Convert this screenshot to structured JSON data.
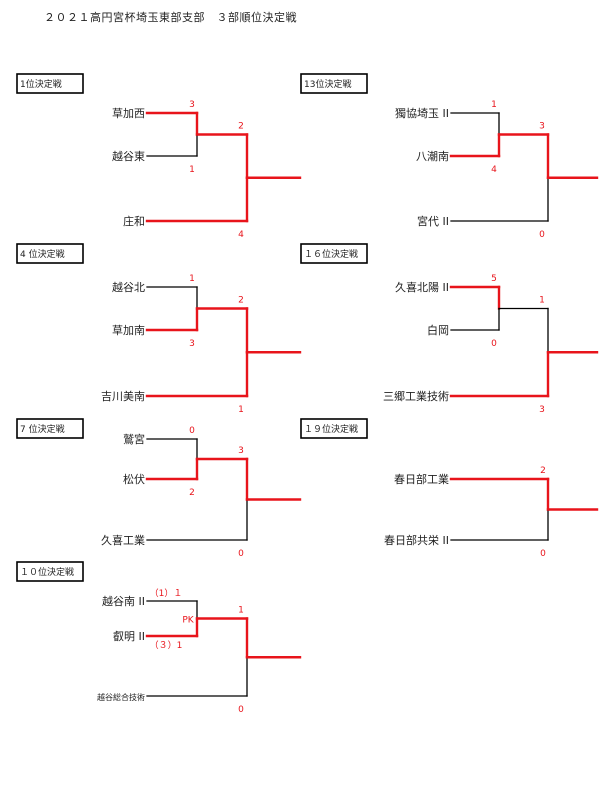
{
  "page_title": "２０２１高円宮杯埼玉東部支部　３部順位決定戦",
  "colors": {
    "win": "#e8141b",
    "lose": "#000000",
    "score": "#e8141b",
    "text": "#222222"
  },
  "brackets": [
    {
      "title": "1位決定戦",
      "top": {
        "team": "草加西",
        "score": "3",
        "win": true
      },
      "mid": {
        "team": "越谷東",
        "score": "1",
        "win": false
      },
      "bottom": {
        "team": "庄和",
        "score": "4",
        "win": true
      },
      "final_top_score": "2",
      "final_top_win": true,
      "final_bottom_win": true
    },
    {
      "title": "13位決定戦",
      "top": {
        "team": "獨協埼玉 II",
        "score": "1",
        "win": false
      },
      "mid": {
        "team": "八潮南",
        "score": "4",
        "win": true
      },
      "bottom": {
        "team": "宮代 II",
        "score": "0",
        "win": false
      },
      "final_top_score": "3",
      "final_top_win": true,
      "final_bottom_win": false
    },
    {
      "title": "4 位決定戦",
      "top": {
        "team": "越谷北",
        "score": "1",
        "win": false
      },
      "mid": {
        "team": "草加南",
        "score": "3",
        "win": true
      },
      "bottom": {
        "team": "吉川美南",
        "score": "1",
        "win": true
      },
      "final_top_score": "2",
      "final_top_win": true,
      "final_bottom_win": true
    },
    {
      "title": "１６位決定戦",
      "top": {
        "team": "久喜北陽 II",
        "score": "5",
        "win": true
      },
      "mid": {
        "team": "白岡",
        "score": "0",
        "win": false
      },
      "bottom": {
        "team": "三郷工業技術",
        "score": "3",
        "win": true
      },
      "final_top_score": "1",
      "final_top_win": false,
      "final_bottom_win": true
    },
    {
      "title": "7 位決定戦",
      "top": {
        "team": "鷲宮",
        "score": "0",
        "win": false
      },
      "mid": {
        "team": "松伏",
        "score": "2",
        "win": true
      },
      "bottom": {
        "team": "久喜工業",
        "score": "0",
        "win": false
      },
      "final_top_score": "3",
      "final_top_win": true,
      "final_bottom_win": false
    },
    {
      "title": "１９位決定戦",
      "top": {
        "team": "春日部工業",
        "score": "2",
        "win": true
      },
      "bottom": {
        "team": "春日部共栄 II",
        "score": "0",
        "win": false
      }
    },
    {
      "title": "１０位決定戦",
      "top": {
        "team": "越谷南 II",
        "score": "（1）１",
        "win": false
      },
      "mid": {
        "team": "叡明 II",
        "score": "（３）1",
        "win": true
      },
      "bottom": {
        "team": "越谷総合技術",
        "score": "0",
        "win": false
      },
      "final_top_score": "1",
      "final_top_win": true,
      "final_bottom_win": false,
      "note": "PK"
    }
  ]
}
